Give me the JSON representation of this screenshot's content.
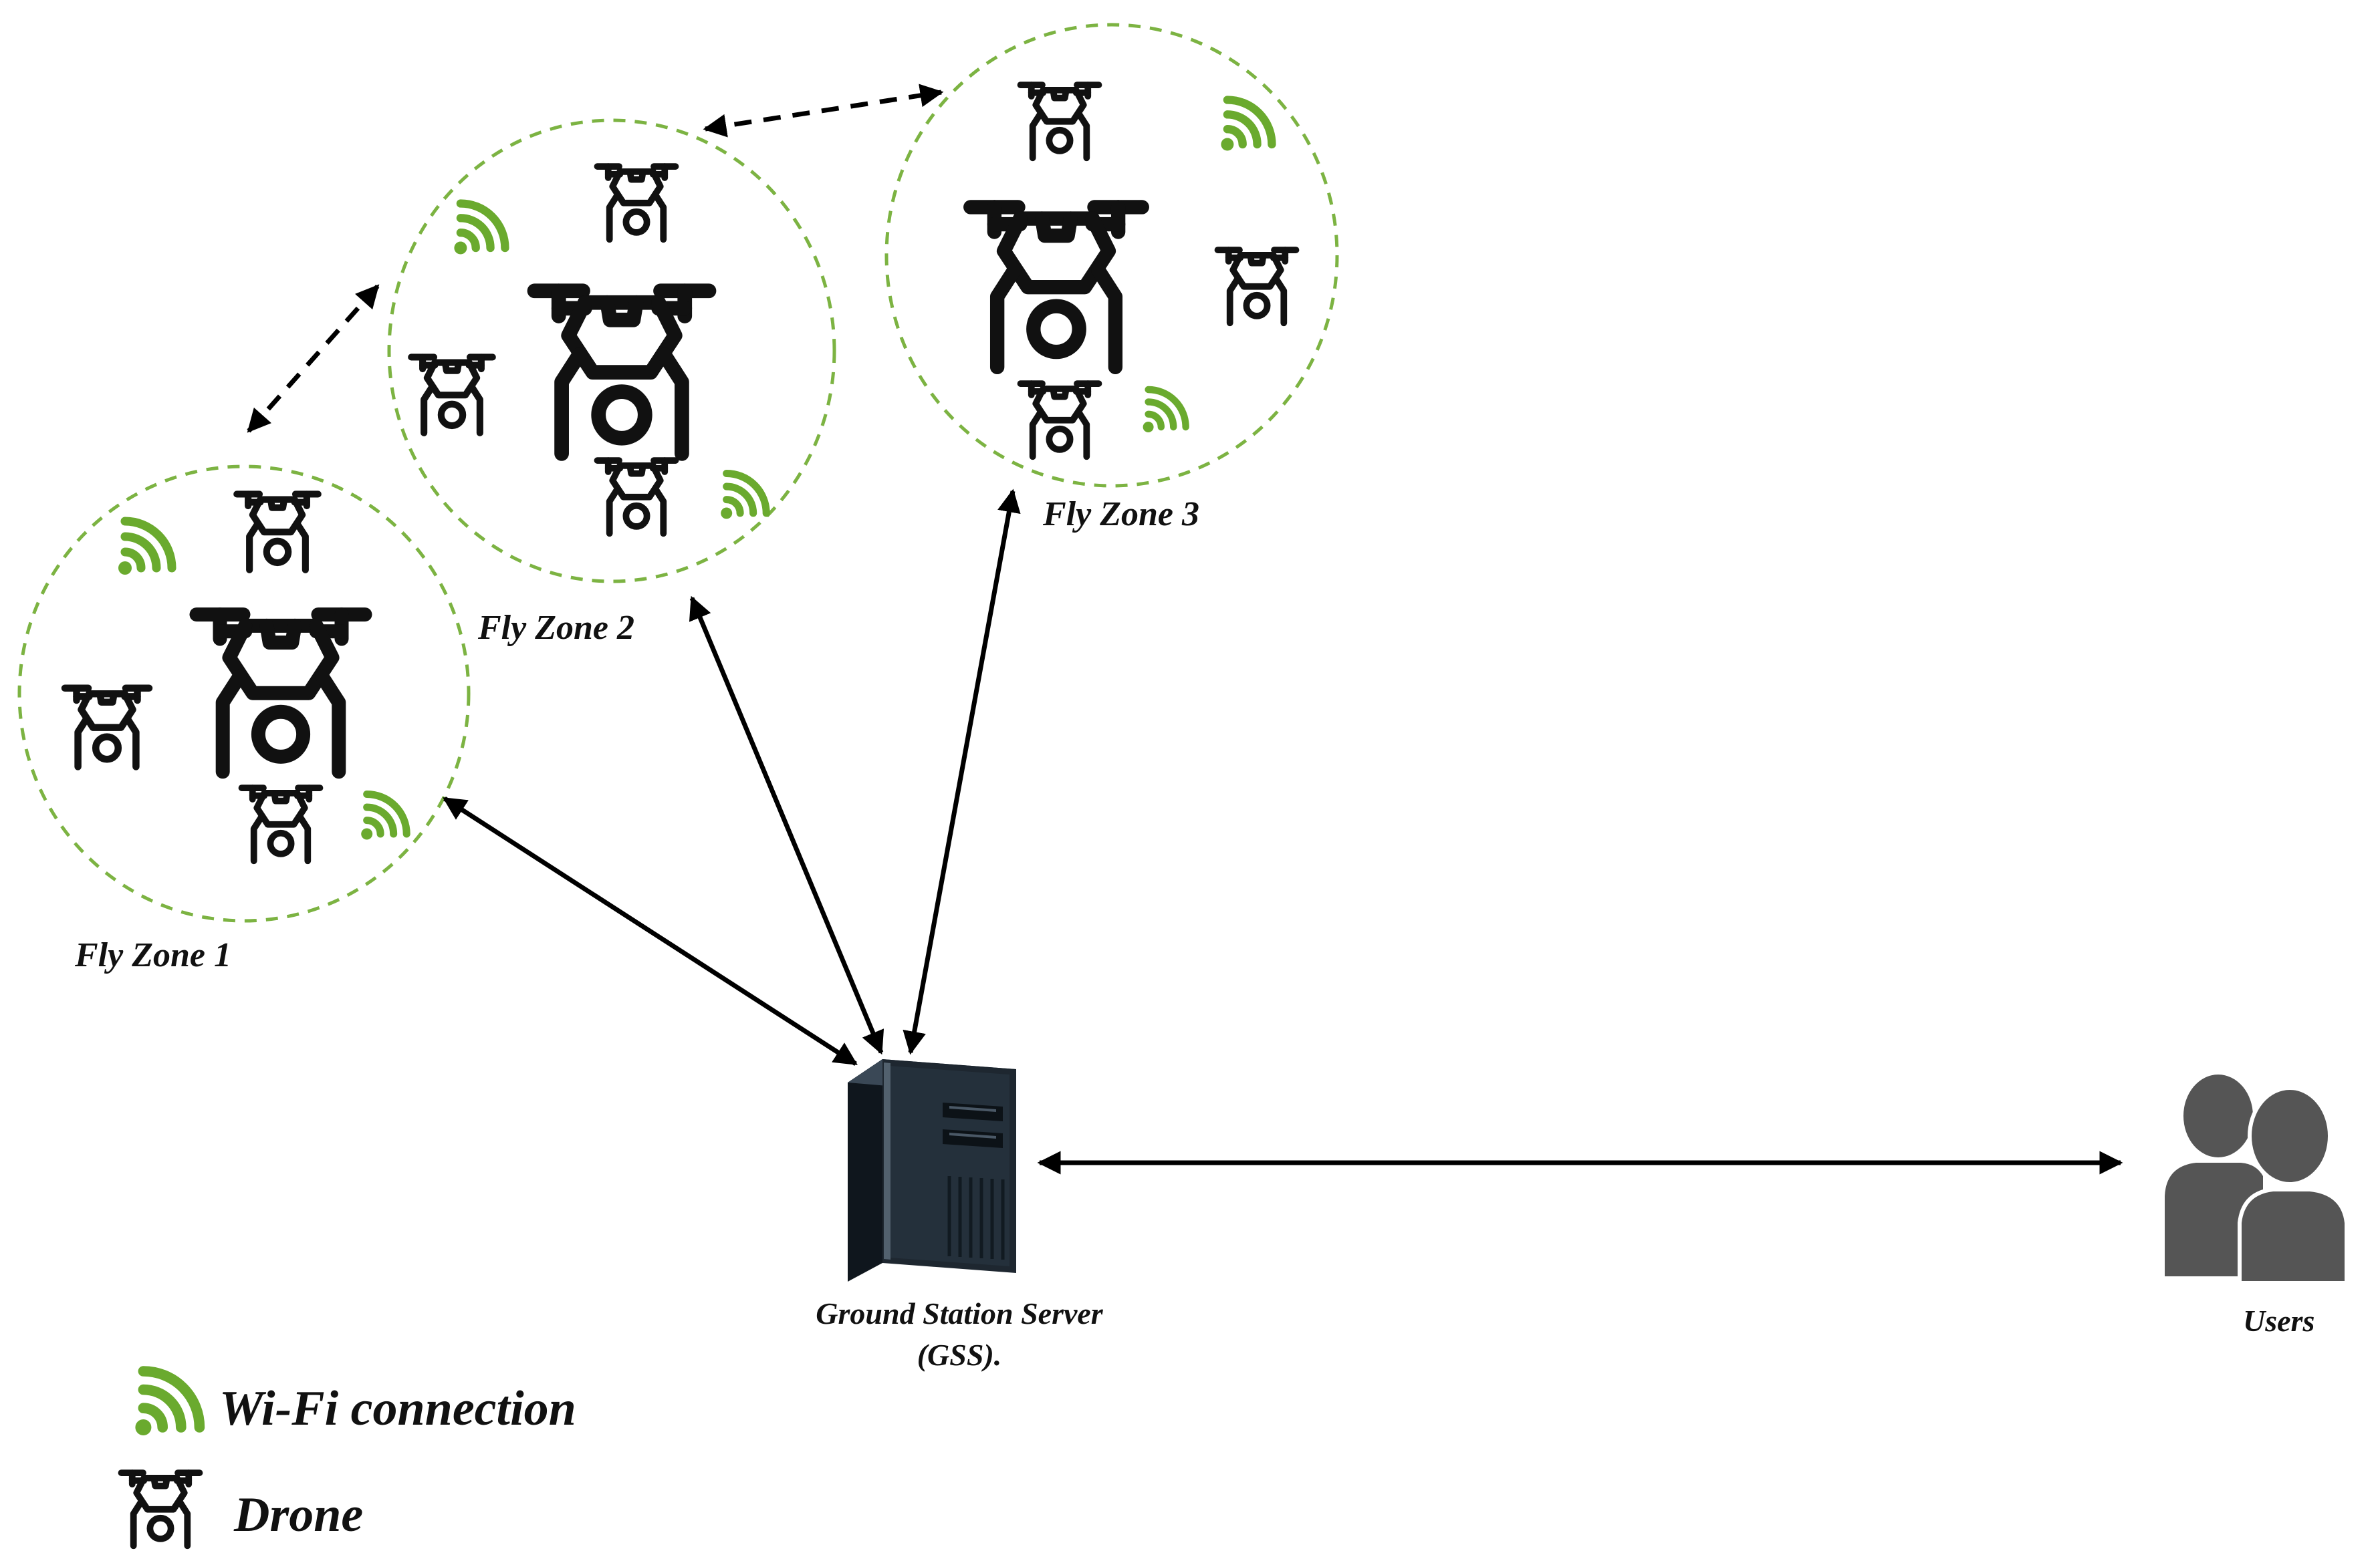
{
  "diagram": {
    "zones": [
      {
        "label": "Fly Zone 1"
      },
      {
        "label": "Fly Zone 2"
      },
      {
        "label": "Fly Zone 3"
      }
    ],
    "server": {
      "label_line1": "Ground Station Server",
      "label_line2": "(GSS)."
    },
    "users": {
      "label": "Users"
    },
    "legend": {
      "wifi_label": "Wi-Fi connection",
      "drone_label": "Drone"
    }
  },
  "colors": {
    "zone_border": "#7cb342",
    "wifi": "#6aaa2e",
    "arrow": "#000000",
    "drone": "#111111",
    "users": "#555555",
    "server_body": "#1e2730",
    "server_front": "#2a3540"
  },
  "icons": {
    "drone": "drone-icon",
    "wifi": "wifi-icon",
    "server": "server-tower-icon",
    "users": "users-group-icon"
  }
}
